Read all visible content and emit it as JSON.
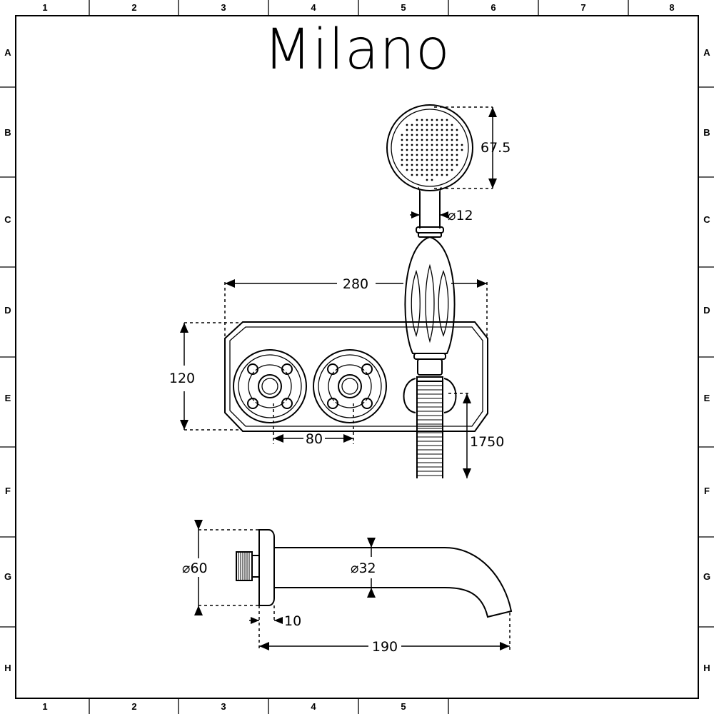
{
  "brand": "Milano",
  "grid": {
    "columns": [
      "1",
      "2",
      "3",
      "4",
      "5",
      "6",
      "7",
      "8"
    ],
    "bottom_columns": [
      "1",
      "2",
      "3",
      "4",
      "5"
    ],
    "rows": [
      "A",
      "B",
      "C",
      "D",
      "E",
      "F",
      "G",
      "H"
    ]
  },
  "dimensions": {
    "shower_head_diameter": "67.5",
    "hose_diameter": "12",
    "plate_width": "280",
    "plate_height": "120",
    "valve_centres": "80",
    "height_to_valve": "1750",
    "spout_plate_diameter": "60",
    "spout_diameter": "32",
    "spout_plate_depth": "10",
    "spout_projection": "190"
  },
  "diameter_symbol": "⌀"
}
